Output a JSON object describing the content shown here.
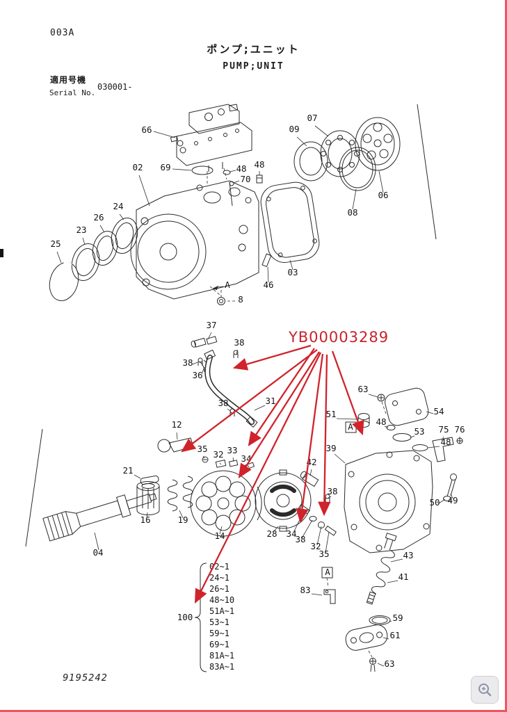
{
  "header": {
    "doc_code": "003A",
    "title_jp": "ポンプ;ユニット",
    "title_en": "PUMP;UNIT",
    "applicable_label_jp": "適用号機",
    "serial_label_en": "Serial No.",
    "serial_value": "030001-"
  },
  "overlay": {
    "part_code": "YB00003289"
  },
  "footer": {
    "drawing_number": "9195242"
  },
  "parts": [
    "66",
    "69",
    "02",
    "48",
    "70",
    "48",
    "24",
    "26",
    "23",
    "25",
    "09",
    "07",
    "06",
    "08",
    "03",
    "46",
    "A",
    "8",
    "37",
    "38",
    "36",
    "38",
    "38",
    "31",
    "12",
    "35",
    "32",
    "33",
    "34",
    "21",
    "16",
    "19",
    "04",
    "14",
    "28",
    "42",
    "38",
    "34",
    "38",
    "32",
    "35",
    "39",
    "63",
    "51",
    "A",
    "48",
    "54",
    "53",
    "48",
    "75",
    "76",
    "50",
    "49",
    "43",
    "41",
    "83",
    "A",
    "59",
    "61",
    "63"
  ],
  "quantity_list": {
    "group_ref": "100",
    "items": [
      "02~1",
      "24~1",
      "26~1",
      "48~10",
      "51A~1",
      "53~1",
      "59~1",
      "69~1",
      "81A~1",
      "83A~1"
    ]
  },
  "colors": {
    "line": "#2a2a2a",
    "annotation_red": "#d0232b",
    "page_edge_red": "#ef5560",
    "zoom_icon": "#8d93a8"
  }
}
